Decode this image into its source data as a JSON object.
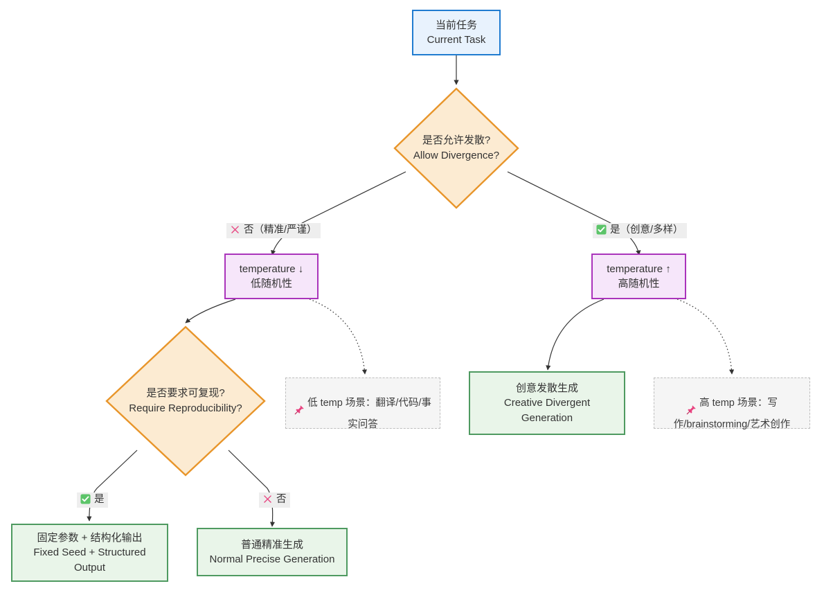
{
  "diagram": {
    "type": "flowchart",
    "title_node": "当前任务\nCurrent Task",
    "palette": {
      "blue_fill": "#e8f2fd",
      "blue_border": "#1f7bd0",
      "orange_fill": "#fcebd2",
      "orange_border": "#e8952a",
      "purple_fill": "#f6e6fa",
      "purple_border": "#aa33bb",
      "green_fill": "#e9f5e9",
      "green_border": "#4e9a60",
      "note_fill": "#f5f5f5",
      "note_border": "#bdbdbd",
      "edge_stroke": "#333333",
      "label_fill": "#eeeeee"
    },
    "nodes": {
      "current_task": "当前任务\nCurrent Task",
      "allow_divergence": "是否允许发散?\nAllow Divergence?",
      "temp_low": "temperature ↓\n低随机性",
      "temp_high": "temperature ↑\n高随机性",
      "require_repro": "是否要求可复现?\nRequire Reproducibility?",
      "note_low": "低 temp 场景：翻译/代码/事实问答",
      "note_high": "高 temp 场景：写作/brainstorming/艺术创作",
      "creative_gen": "创意发散生成\nCreative Divergent\nGeneration",
      "fixed_seed": "固定参数 + 结构化输出\nFixed Seed + Structured\nOutput",
      "normal_gen": "普通精准生成\nNormal Precise Generation"
    },
    "edge_labels": {
      "no_precise": "否（精准/严谨）",
      "yes_creative": "是（创意/多样）",
      "yes": "是",
      "no": "否"
    },
    "icons": {
      "cross_mark": "cross-mark-icon",
      "check_mark": "check-mark-button-icon",
      "pushpin": "pushpin-icon"
    }
  }
}
